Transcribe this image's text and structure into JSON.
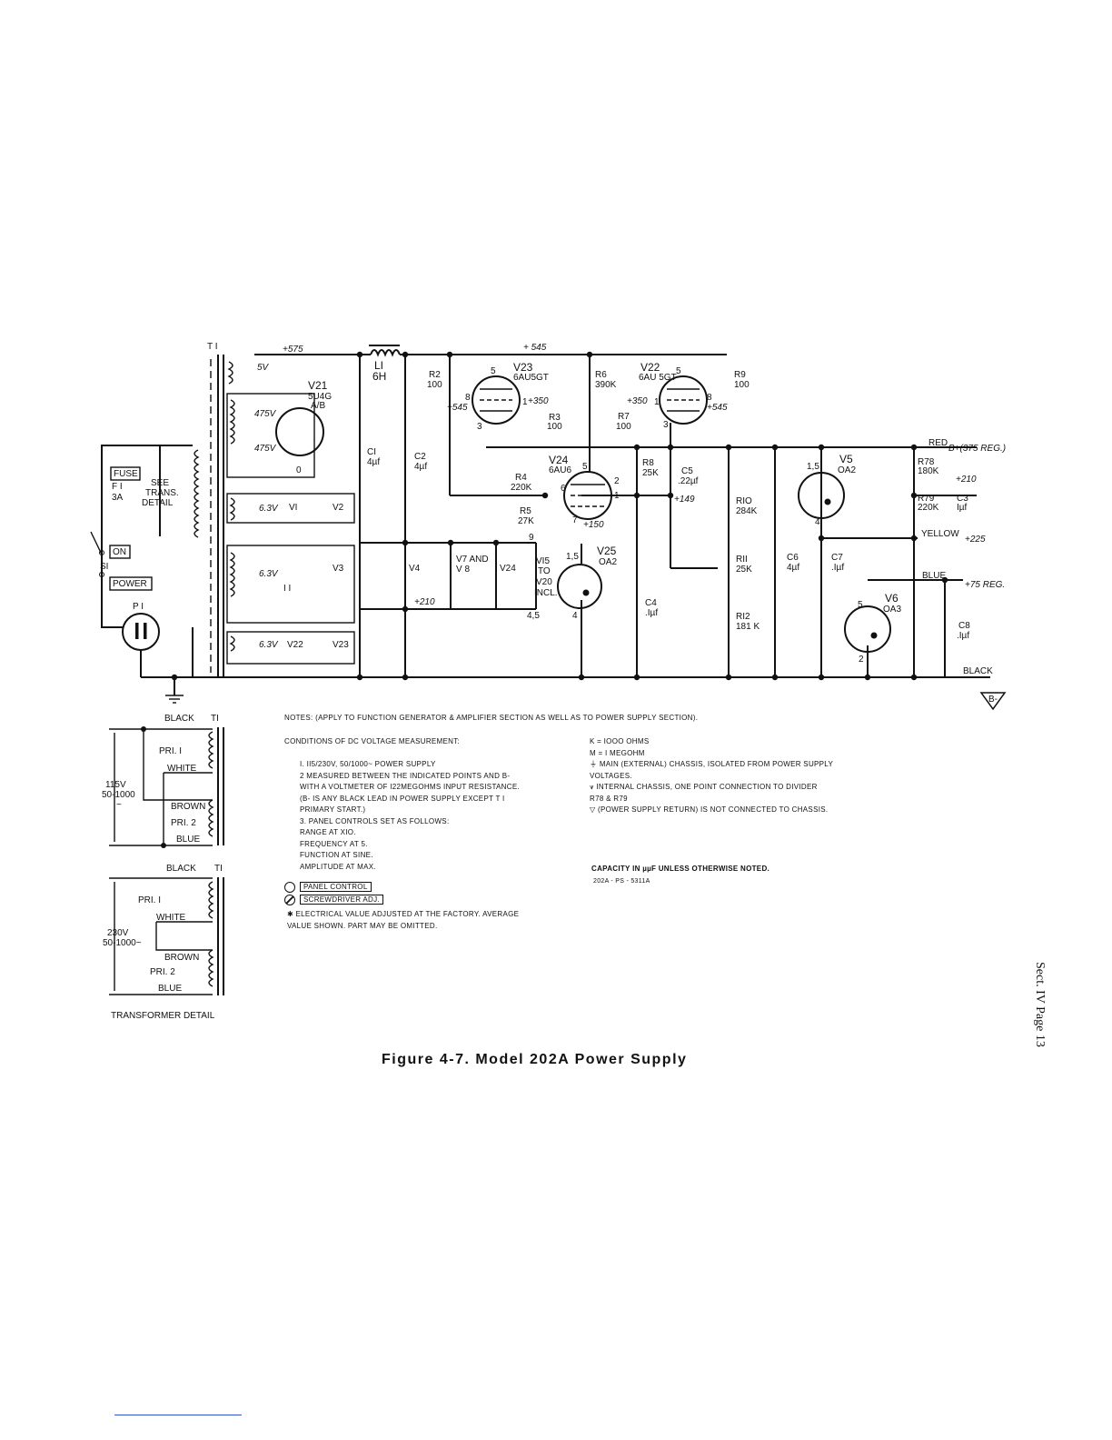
{
  "caption": "Figure 4-7.  Model 202A  Power Supply",
  "page_ref": "Sect. IV  Page 13",
  "schematic": {
    "transformer": "T I",
    "input": {
      "fuse": "FUSE",
      "fuse_ref": "F I",
      "fuse_rating": "3A",
      "switch": "SI",
      "on": "ON",
      "power": "POWER",
      "plug": "P I",
      "see_detail": [
        "SEE",
        "TRANS.",
        "DETAIL"
      ]
    },
    "windings": {
      "w5v": "5V",
      "w475a": "475V",
      "w475b": "475V",
      "w63a": "6.3V",
      "w63b": "6.3V",
      "w63c": "6.3V"
    },
    "tubes": {
      "v21": {
        "name": "V21",
        "type": "5U4G",
        "sub": "A/B"
      },
      "v23": {
        "name": "V23",
        "type": "6AU5GT"
      },
      "v22": {
        "name": "V22",
        "type": "6AU 5GT"
      },
      "v24": {
        "name": "V24",
        "type": "6AU6"
      },
      "v25": {
        "name": "V25",
        "type": "OA2"
      },
      "v5": {
        "name": "V5",
        "type": "OA2"
      },
      "v6": {
        "name": "V6",
        "type": "OA3"
      }
    },
    "heaters": {
      "v1": "VI",
      "v2": "V2",
      "v3": "V3",
      "i1": "I I",
      "v4": "V4",
      "v7v8": [
        "V7  AND",
        "V 8"
      ],
      "v24": "V24",
      "v15": [
        "VI5",
        "TO",
        "V20",
        "INCL."
      ],
      "v22": "V22",
      "v23": "V23"
    },
    "inductor": {
      "ref": "LI",
      "value": "6H"
    },
    "caps": {
      "c1": {
        "ref": "CI",
        "value": "4µf"
      },
      "c2": {
        "ref": "C2",
        "value": "4µf"
      },
      "c3": {
        "ref": "C3",
        "value": "Iµf"
      },
      "c4": {
        "ref": "C4",
        "value": ".Iµf"
      },
      "c5": {
        "ref": "C5",
        "value": ".22µf"
      },
      "c6": {
        "ref": "C6",
        "value": "4µf"
      },
      "c7": {
        "ref": "C7",
        "value": ".Iµf"
      },
      "c8": {
        "ref": "C8",
        "value": ".Iµf"
      }
    },
    "resistors": {
      "r2": {
        "ref": "R2",
        "value": "100"
      },
      "r3": {
        "ref": "R3",
        "value": "100"
      },
      "r4": {
        "ref": "R4",
        "value": "220K"
      },
      "r5": {
        "ref": "R5",
        "value": "27K"
      },
      "r6": {
        "ref": "R6",
        "value": "390K"
      },
      "r7": {
        "ref": "R7",
        "value": "100"
      },
      "r8": {
        "ref": "R8",
        "value": "25K"
      },
      "r9": {
        "ref": "R9",
        "value": "100"
      },
      "r10": {
        "ref": "RIO",
        "value": "284K"
      },
      "r11": {
        "ref": "RII",
        "value": "25K"
      },
      "r12": {
        "ref": "RI2",
        "value": "181 K"
      },
      "r78": {
        "ref": "R78",
        "value": "180K"
      },
      "r79": {
        "ref": "R79",
        "value": "220K"
      }
    },
    "voltages": {
      "v575": "+575",
      "v545top": "+ 545",
      "v545a": "+545",
      "v545b": "+545",
      "v350a": "+350",
      "v350b": "+350",
      "v149": "+149",
      "v150": "+150",
      "v210": "+210",
      "v210b": "+210",
      "v225": "+225",
      "v75": "+75 REG.",
      "b375": "B+(375 REG.)"
    },
    "wire_colors": {
      "red": "RED",
      "yellow": "YELLOW",
      "blue": "BLUE",
      "black": "BLACK"
    },
    "b_minus": "B-",
    "pins": {
      "p5": "5",
      "p8": "8",
      "p1": "1",
      "p3": "3",
      "p2": "2",
      "p6": "6",
      "p7": "7",
      "p4": "4",
      "p15": "1,5",
      "p45": "4,5",
      "p9": "9",
      "p0": "0"
    }
  },
  "trans_detail": {
    "d115": {
      "black": "BLACK",
      "t1": "TI",
      "pri1": "PRI. I",
      "white": "WHITE",
      "brown": "BROWN",
      "pri2": "PRI. 2",
      "blue": "BLUE",
      "volts": "115V",
      "freq": "50-1000",
      "tilde": "~"
    },
    "d230": {
      "black": "BLACK",
      "t1": "TI",
      "pri1": "PRI.  I",
      "white": "WHITE",
      "brown": "BROWN",
      "pri2": "PRI.  2",
      "blue": "BLUE",
      "volts": "230V",
      "freq": "50-1000~"
    },
    "title": "TRANSFORMER      DETAIL"
  },
  "notes": {
    "header": "NOTES: (APPLY  TO  FUNCTION  GENERATOR  &  AMPLIFIER  SECTION  AS WELL  AS  TO  POWER  SUPPLY  SECTION).",
    "conditions": "CONDITIONS  OF  DC VOLTAGE  MEASUREMENT:",
    "items": [
      "I.   II5/230V, 50/1000~  POWER  SUPPLY",
      "2   MEASURED  BETWEEN  THE  INDICATED  POINTS  AND  B-",
      "      WITH  A  VOLTMETER  OF  I22MEGOHMS  INPUT  RESISTANCE.",
      "      (B-  IS  ANY  BLACK  LEAD  IN  POWER  SUPPLY  EXCEPT  T I",
      "      PRIMARY  START.)",
      "3.   PANEL  CONTROLS   SET  AS FOLLOWS:",
      "      RANGE  AT  XIO.",
      "      FREQUENCY  AT  5.",
      "      FUNCTION  AT  SINE.",
      "      AMPLITUDE  AT  MAX."
    ],
    "panel_control": "PANEL CONTROL",
    "screwdriver": "SCREWDRIVER ADJ.",
    "star_note": [
      "✱  ELECTRICAL  VALUE  ADJUSTED  AT  THE  FACTORY.  AVERAGE",
      "      VALUE  SHOWN.  PART  MAY BE  OMITTED."
    ],
    "right": [
      "K =  IOOO  OHMS",
      "M =  I MEGOHM",
      "⏚   MAIN  (EXTERNAL)  CHASSIS, ISOLATED  FROM  POWER  SUPPLY",
      "       VOLTAGES.",
      "⩛   INTERNAL  CHASSIS, ONE  POINT  CONNECTION  TO  DIVIDER",
      "       R78  &  R79",
      "▽  (POWER  SUPPLY  RETURN)  IS  NOT  CONNECTED  TO  CHASSIS."
    ],
    "capacity": "CAPACITY  IN  µµF  UNLESS  OTHERWISE  NOTED.",
    "drawing_no": "202A  -  PS  -  5311A"
  }
}
